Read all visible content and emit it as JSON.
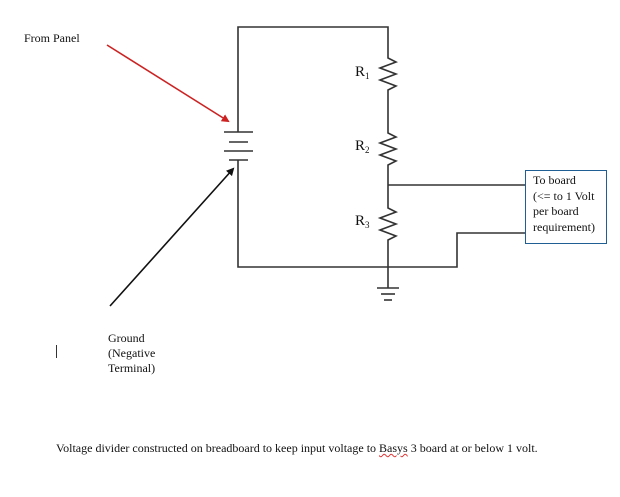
{
  "labels": {
    "from_panel": "From Panel",
    "ground_lines": [
      "Ground",
      "(Negative",
      "Terminal)"
    ],
    "resistors": [
      {
        "name": "R",
        "sub": "1"
      },
      {
        "name": "R",
        "sub": "2"
      },
      {
        "name": "R",
        "sub": "3"
      }
    ],
    "to_board_lines": [
      "To board",
      "(<= to 1 Volt",
      "per board",
      "requirement)"
    ]
  },
  "caption": {
    "before": "Voltage divider constructed on breadboard to keep input voltage to ",
    "misspelled_word": "Basys",
    "after": " 3 board at or below 1 volt."
  },
  "colors": {
    "wire": "#333333",
    "from_panel_arrow": "#cc2222",
    "ground_arrow": "#111111",
    "to_board_box_border": "#1f5f94"
  },
  "components": {
    "battery": "battery-symbol",
    "resistors": [
      "R1",
      "R2",
      "R3"
    ],
    "ground": "ground-symbol"
  }
}
